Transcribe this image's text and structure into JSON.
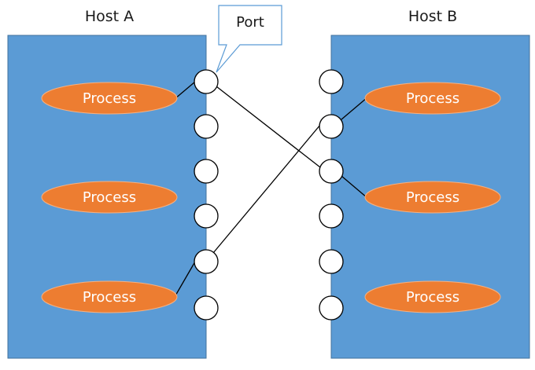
{
  "hosts": {
    "a": {
      "label": "Host A"
    },
    "b": {
      "label": "Host B"
    }
  },
  "callout": {
    "label": "Port"
  },
  "process_label": "Process",
  "process_count_per_host": 3,
  "port_count_per_host": 6,
  "connections": [
    {
      "from": "host-a-process-1",
      "via_port": "host-a-port-1",
      "to_port": "host-b-port-3",
      "to": "host-b-process-2"
    },
    {
      "from": "host-a-process-3",
      "via_port": "host-a-port-5",
      "to_port": "host-b-port-2",
      "to": "host-b-process-1"
    }
  ],
  "colors": {
    "host_fill": "#5b9bd5",
    "host_stroke": "#41719c",
    "process_fill": "#ed7d31",
    "process_stroke": "#f4a460",
    "port_fill": "#ffffff",
    "line": "#000000",
    "callout_stroke": "#5b9bd5"
  }
}
